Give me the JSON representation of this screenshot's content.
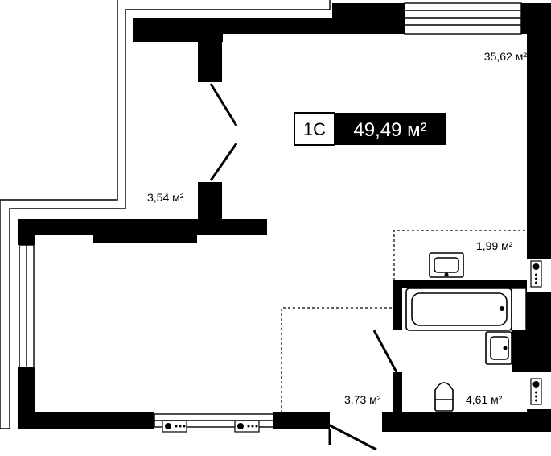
{
  "apartment": {
    "type": "1С",
    "total_area": "49,49 м²"
  },
  "rooms": {
    "living": "35,62 м²",
    "hall": "3,54 м²",
    "laundry": "1,99 м²",
    "corridor": "3,73 м²",
    "bathroom": "4,61 м²"
  },
  "icons": [
    "door-swing-icon",
    "bathtub-icon",
    "sink-icon",
    "toilet-icon",
    "socket-icon",
    "window-icon"
  ]
}
